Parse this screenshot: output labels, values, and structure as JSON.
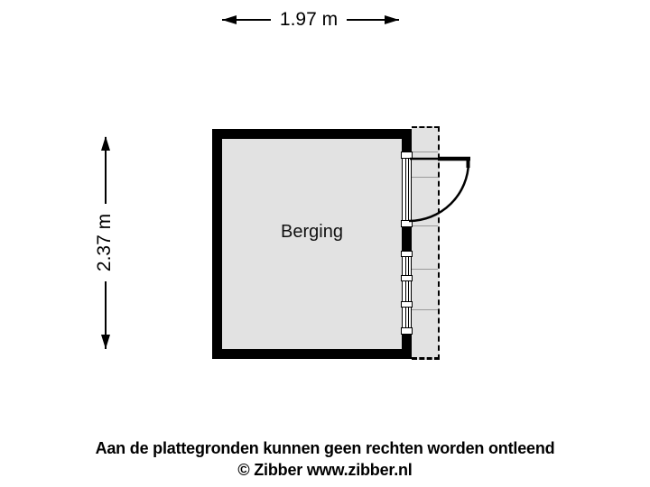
{
  "plan": {
    "room": {
      "label": "Berging"
    },
    "dimensions": {
      "width": {
        "label": "1.97 m",
        "value_m": 1.97,
        "orientation": "horizontal"
      },
      "height": {
        "label": "2.37 m",
        "value_m": 2.37,
        "orientation": "vertical"
      }
    }
  },
  "footer": {
    "disclaimer": "Aan de plattegronden kunnen geen rechten worden ontleend",
    "copyright": "© Zibber www.zibber.nl"
  },
  "colors": {
    "background": "#ffffff",
    "wall": "#000000",
    "floor": "#e2e2e2",
    "strip_division_line": "#9a9a9a",
    "label_box": "#ffffff"
  }
}
